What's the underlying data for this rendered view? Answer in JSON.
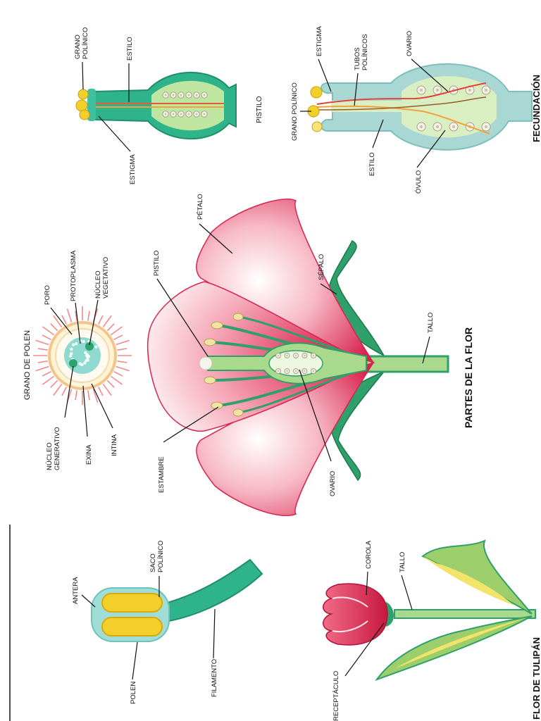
{
  "pollen_grain": {
    "title": "GRANO DE POLEN",
    "labels": {
      "poro": "PORO",
      "protoplasma": "PROTOPLASMA",
      "nucleo_vegetativo_1": "NÚCLEO",
      "nucleo_vegetativo_2": "VEGETATIVO",
      "nucleo_generativo_1": "NÚCLEO",
      "nucleo_generativo_2": "GENERATIVO",
      "exina": "EXINA",
      "intina": "INTINA"
    }
  },
  "pistil": {
    "title": "PISTILO",
    "labels": {
      "grano_polinico_1": "GRANO",
      "grano_polinico_2": "POLÍNICO",
      "estilo": "ESTILO",
      "estigma": "ESTIGMA"
    }
  },
  "fertilization": {
    "title": "FECUNDACIÓN",
    "labels": {
      "estigma": "ESTIGMA",
      "tubos_1": "TUBOS",
      "tubos_2": "POLÍNICOS",
      "ovario": "OVARIO",
      "grano_polinico": "GRANO POLÍNICO",
      "estilo": "ESTILO",
      "ovulo": "ÓVULO"
    }
  },
  "flower_parts": {
    "title": "PARTES DE LA FLOR",
    "labels": {
      "petalo": "PÉTALO",
      "pistilo": "PISTILO",
      "sepalo": "SÉPALO",
      "tallo": "TALLO",
      "estambre": "ESTAMBRE",
      "ovario": "OVARIO"
    }
  },
  "stamen": {
    "labels": {
      "antera": "ANTERA",
      "saco_1": "SACO",
      "saco_2": "POLÍNICO",
      "polen": "POLEN",
      "filamento": "FILAMENTO"
    }
  },
  "tulip": {
    "title": "FLOR DE TULIPÁN",
    "labels": {
      "corola": "COROLA",
      "tallo": "TALLO",
      "receptaculo": "RECEPTÁCULO"
    }
  },
  "colors": {
    "green": "#29a37a",
    "light_green": "#a9d98c",
    "yellow": "#f2cf2a",
    "red": "#d9234f",
    "pink": "#f7a6b7",
    "teal": "#7fd4c6",
    "pale_teal": "#b6dcdc",
    "line": "#111111"
  }
}
